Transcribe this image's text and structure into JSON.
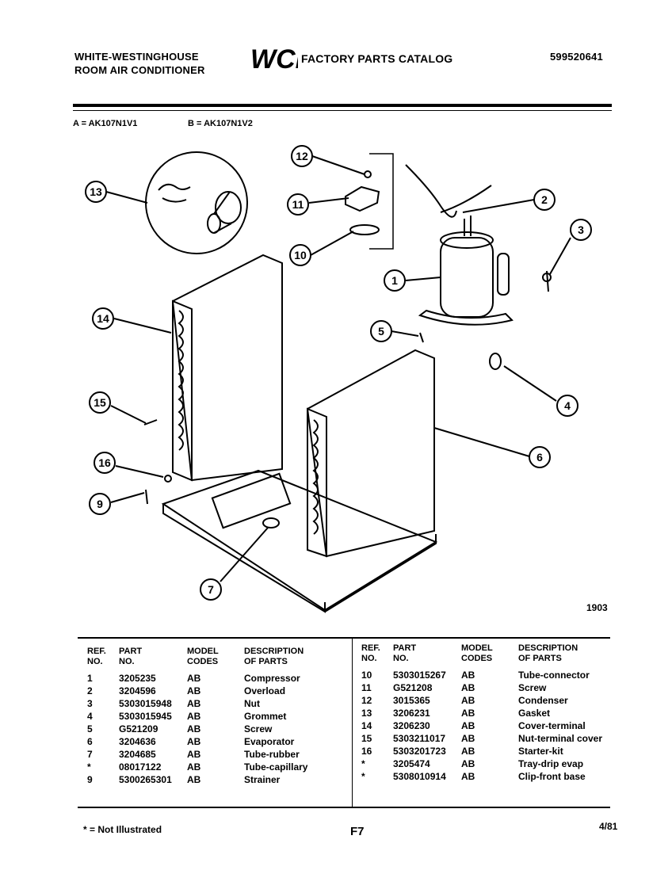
{
  "header": {
    "brand_line1": "WHITE-WESTINGHOUSE",
    "brand_line2": "ROOM AIR CONDITIONER",
    "logo_text": "WCI",
    "catalog_title": "FACTORY PARTS CATALOG",
    "catalog_number": "599520641"
  },
  "models": {
    "a": "A = AK107N1V1",
    "b": "B = AK107N1V2"
  },
  "diagram": {
    "callouts": [
      "1",
      "2",
      "3",
      "4",
      "5",
      "6",
      "7",
      "9",
      "10",
      "11",
      "12",
      "13",
      "14",
      "15",
      "16"
    ],
    "ref_code": "1903"
  },
  "table": {
    "headers": {
      "ref": [
        "REF.",
        "NO."
      ],
      "part": [
        "PART",
        "NO."
      ],
      "model": [
        "MODEL",
        "CODES"
      ],
      "desc": [
        "DESCRIPTION",
        "OF PARTS"
      ]
    },
    "left": [
      {
        "ref": "1",
        "part": "3205235",
        "model": "AB",
        "desc": "Compressor"
      },
      {
        "ref": "2",
        "part": "3204596",
        "model": "AB",
        "desc": "Overload"
      },
      {
        "ref": "3",
        "part": "5303015948",
        "model": "AB",
        "desc": "Nut"
      },
      {
        "ref": "4",
        "part": "5303015945",
        "model": "AB",
        "desc": "Grommet"
      },
      {
        "ref": "5",
        "part": "G521209",
        "model": "AB",
        "desc": "Screw"
      },
      {
        "ref": "6",
        "part": "3204636",
        "model": "AB",
        "desc": "Evaporator"
      },
      {
        "ref": "7",
        "part": "3204685",
        "model": "AB",
        "desc": "Tube-rubber"
      },
      {
        "ref": "*",
        "part": "08017122",
        "model": "AB",
        "desc": "Tube-capillary"
      },
      {
        "ref": "9",
        "part": "5300265301",
        "model": "AB",
        "desc": "Strainer"
      }
    ],
    "right": [
      {
        "ref": "10",
        "part": "5303015267",
        "model": "AB",
        "desc": "Tube-connector"
      },
      {
        "ref": "11",
        "part": "G521208",
        "model": "AB",
        "desc": "Screw"
      },
      {
        "ref": "12",
        "part": "3015365",
        "model": "AB",
        "desc": "Condenser"
      },
      {
        "ref": "13",
        "part": "3206231",
        "model": "AB",
        "desc": "Gasket"
      },
      {
        "ref": "14",
        "part": "3206230",
        "model": "AB",
        "desc": "Cover-terminal"
      },
      {
        "ref": "15",
        "part": "5303211017",
        "model": "AB",
        "desc": "Nut-terminal cover"
      },
      {
        "ref": "16",
        "part": "5303201723",
        "model": "AB",
        "desc": "Starter-kit"
      },
      {
        "ref": "*",
        "part": "3205474",
        "model": "AB",
        "desc": "Tray-drip evap"
      },
      {
        "ref": "*",
        "part": "5308010914",
        "model": "AB",
        "desc": "Clip-front base"
      }
    ]
  },
  "footer": {
    "note": "* = Not Illustrated",
    "page": "F7",
    "date": "4/81"
  }
}
